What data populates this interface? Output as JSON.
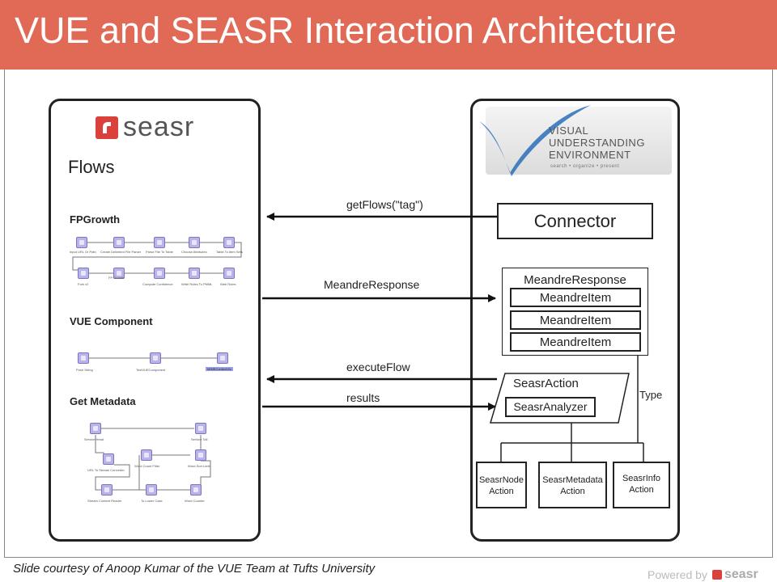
{
  "title": "VUE and SEASR Interaction Architecture",
  "seasr_panel": {
    "logo_text": "seasr",
    "heading": "Flows",
    "flows": [
      {
        "label": "FPGrowth",
        "nodes": [
          "Input URL Or Path",
          "Create Delimited File Parser",
          "Parse File To Table",
          "Choose Attributes",
          "Table To Item Sets",
          "Fork x2",
          "FP Growth",
          "Compute Confidence",
          "Write Rules To PMML",
          "Web Rules"
        ]
      },
      {
        "label": "VUE Component",
        "nodes": [
          "Push String",
          "TestVUEComponent",
          "MIMEContentViz"
        ]
      },
      {
        "label": "Get Metadata",
        "nodes": [
          "Service Head",
          "Service Tail",
          "URL To Stream Converter",
          "Word Count Filter",
          "Word Sort Limit",
          "Stream Content Reader",
          "To Lower Case",
          "Word Counter"
        ]
      }
    ]
  },
  "vue_panel": {
    "logo_lines": [
      "VISUAL",
      "UNDERSTANDING",
      "ENVIRONMENT"
    ],
    "tagline": "search • organize • present",
    "connector": "Connector",
    "meandre_response": "MeandreResponse",
    "meandre_items": [
      "MeandreItem",
      "MeandreItem",
      "MeandreItem"
    ],
    "seasr_action": "SeasrAction",
    "seasr_analyzer": "SeasrAnalyzer",
    "type_label": "Type",
    "subtypes": [
      {
        "line1": "SeasrNode",
        "line2": "Action"
      },
      {
        "line1": "SeasrMetadata",
        "line2": "Action"
      },
      {
        "line1": "SeasrInfo",
        "line2": "Action"
      }
    ]
  },
  "arrows": {
    "get_flows": "getFlows(\"tag\")",
    "meandre_response": "MeandreResponse",
    "execute_flow": "executeFlow",
    "results": "results"
  },
  "footer": {
    "credit": "Slide courtesy of Anoop Kumar of the VUE Team at Tufts University",
    "powered_by": "Powered by",
    "powered_brand": "seasr"
  },
  "colors": {
    "title_bar": "#e06a56",
    "seasr_red": "#d9413a",
    "flow_node": "#b9b4e8"
  }
}
